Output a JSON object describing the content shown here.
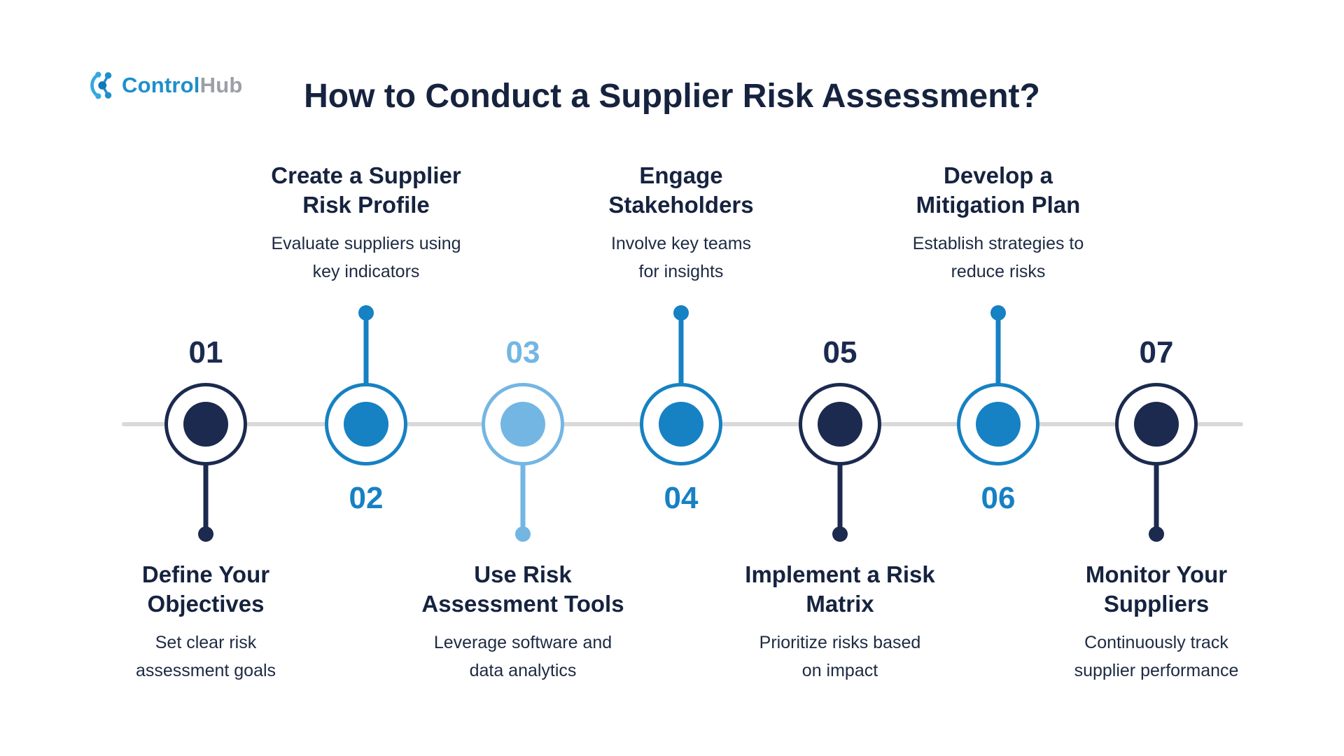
{
  "logo": {
    "brand_primary": "Control",
    "brand_secondary": "Hub"
  },
  "header": {
    "title": "How to Conduct a Supplier Risk Assessment?"
  },
  "colors": {
    "navy": "#1b2a4e",
    "blue": "#1681c3",
    "light_blue": "#74b6e3",
    "timeline_gray": "#d9d9d9",
    "logo_blue": "#1e8fcc",
    "logo_gray": "#9aa0a6",
    "text_navy": "#16233f"
  },
  "timeline": {
    "steps": [
      {
        "number": "01",
        "title": "Define Your\nObjectives",
        "description": "Set clear risk\nassessment goals",
        "text_position": "below",
        "color": "navy"
      },
      {
        "number": "02",
        "title": "Create a Supplier\nRisk Profile",
        "description": "Evaluate suppliers using\nkey indicators",
        "text_position": "above",
        "color": "blue"
      },
      {
        "number": "03",
        "title": "Use Risk\nAssessment Tools",
        "description": "Leverage software and\ndata analytics",
        "text_position": "below",
        "color": "light_blue"
      },
      {
        "number": "04",
        "title": "Engage\nStakeholders",
        "description": "Involve key teams\nfor insights",
        "text_position": "above",
        "color": "blue"
      },
      {
        "number": "05",
        "title": "Implement a Risk\nMatrix",
        "description": "Prioritize risks based\non impact",
        "text_position": "below",
        "color": "navy"
      },
      {
        "number": "06",
        "title": "Develop a\nMitigation Plan",
        "description": "Establish strategies to\nreduce risks",
        "text_position": "above",
        "color": "blue"
      },
      {
        "number": "07",
        "title": "Monitor Your\nSuppliers",
        "description": "Continuously track\nsupplier performance",
        "text_position": "below",
        "color": "navy"
      }
    ]
  }
}
